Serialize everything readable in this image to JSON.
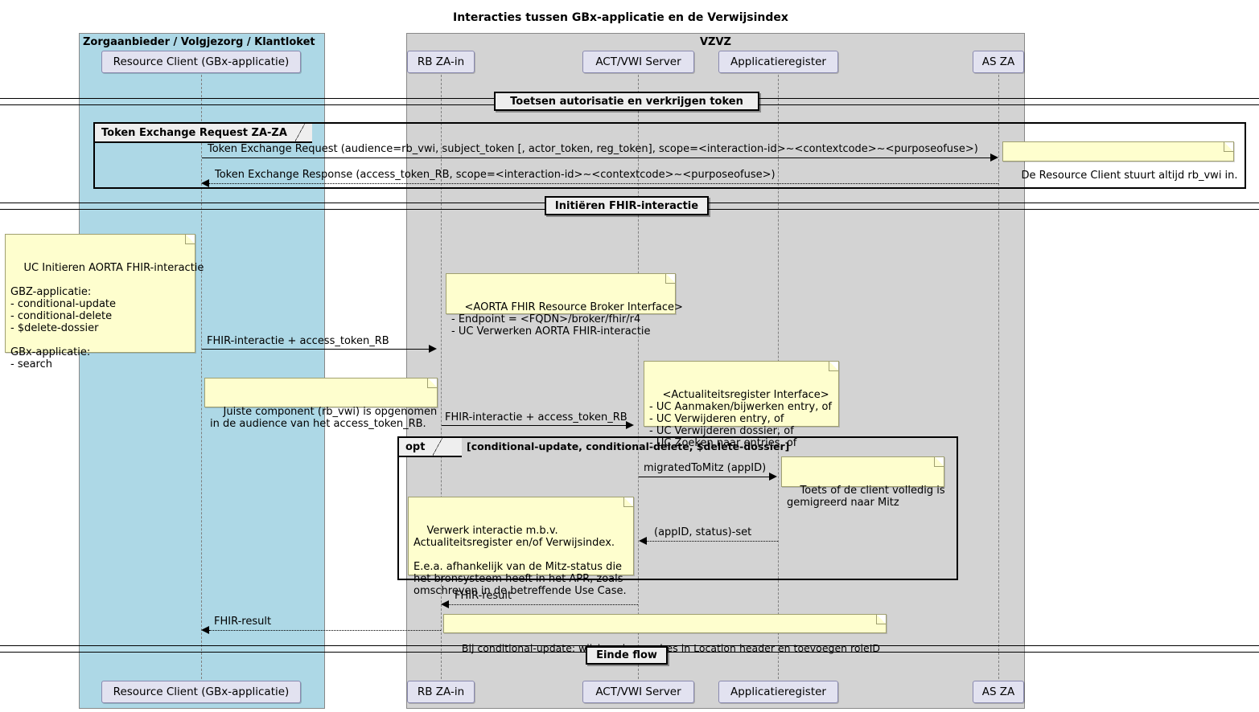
{
  "diagram": {
    "title": "Interacties tussen GBx-applicatie en de Verwijsindex",
    "type": "sequence-diagram"
  },
  "groups": [
    {
      "id": "zorgaanbieder",
      "label": "Zorgaanbieder / Volgjezorg / Klantloket",
      "color": "#ADD8E6"
    },
    {
      "id": "vzvz",
      "label": "VZVZ",
      "color": "#D3D3D3"
    }
  ],
  "participants": [
    {
      "id": "rc",
      "label": "Resource Client (GBx-applicatie)",
      "group": "zorgaanbieder"
    },
    {
      "id": "rb",
      "label": "RB ZA-in",
      "group": "vzvz"
    },
    {
      "id": "act",
      "label": "ACT/VWI Server",
      "group": "vzvz"
    },
    {
      "id": "apr",
      "label": "Applicatieregister",
      "group": "vzvz"
    },
    {
      "id": "as",
      "label": "AS ZA",
      "group": "vzvz"
    }
  ],
  "dividers": [
    {
      "id": "div1",
      "label": "Toetsen autorisatie en verkrijgen token"
    },
    {
      "id": "div2",
      "label": "Initiëren FHIR-interactie"
    },
    {
      "id": "div3",
      "label": "Einde flow"
    }
  ],
  "frames": [
    {
      "id": "group1",
      "kind": "group",
      "tab": "Token Exchange Request ZA-ZA",
      "condition": ""
    },
    {
      "id": "opt1",
      "kind": "opt",
      "tab": "opt",
      "condition": "[conditional-update, conditional-delete, $delete-dossier]"
    }
  ],
  "messages": [
    {
      "id": "m1",
      "label": "Token Exchange Request (audience=rb_vwi, subject_token [, actor_token, reg_token], scope=<interaction-id>~<contextcode>~<purposeofuse>)",
      "style": "solid",
      "direction": "right"
    },
    {
      "id": "m2",
      "label": "Token Exchange Response (access_token_RB, scope=<interaction-id>~<contextcode>~<purposeofuse>)",
      "style": "dotted",
      "direction": "left"
    },
    {
      "id": "m3",
      "label": "FHIR-interactie + access_token_RB",
      "style": "solid",
      "direction": "right"
    },
    {
      "id": "m4",
      "label": "FHIR-interactie + access_token_RB",
      "style": "solid",
      "direction": "right"
    },
    {
      "id": "m5",
      "label": "migratedToMitz (appID)",
      "style": "solid",
      "direction": "right"
    },
    {
      "id": "m6",
      "label": "(appID, status)-set",
      "style": "dotted",
      "direction": "left"
    },
    {
      "id": "m7",
      "label": "FHIR-result",
      "style": "dotted",
      "direction": "left"
    },
    {
      "id": "m8",
      "label": "FHIR-result",
      "style": "dotted",
      "direction": "left"
    }
  ],
  "notes": [
    {
      "id": "n1",
      "text": "De Resource Client stuurt altijd rb_vwi in."
    },
    {
      "id": "n2",
      "text": "UC Initieren AORTA FHIR-interactie\n\nGBZ-applicatie:\n- conditional-update\n- conditional-delete\n- $delete-dossier\n\nGBx-applicatie:\n- search"
    },
    {
      "id": "n3",
      "text": "<AORTA FHIR Resource Broker Interface>\n- Endpoint = <FQDN>/broker/fhir/r4\n- UC Verwerken AORTA FHIR-interactie"
    },
    {
      "id": "n4",
      "text": "<Actualiteitsregister Interface>\n- UC Aanmaken/bijwerken entry, of\n- UC Verwijderen entry, of\n- UC Verwijderen dossier, of\n- UC Zoeken naar entries, of"
    },
    {
      "id": "n5",
      "text": "Juiste component (rb_vwi) is opgenomen\nin de audience van het access_token_RB."
    },
    {
      "id": "n6",
      "text": "Toets of de client volledig is\ngemigreerd naar Mitz"
    },
    {
      "id": "n7",
      "text": "Verwerk interactie m.b.v.\nActualiteitsregister en/of Verwijsindex.\n\nE.e.a. afhankelijk van de Mitz-status die\nhet bronsysteem heeft in het APR, zoals\nomschreven in de betreffende Use Case."
    },
    {
      "id": "n8",
      "text": "Bij conditional-update: wijzigen base-adres in Location header en toevoegen roleID"
    }
  ],
  "colors": {
    "group_left": "#ADD8E6",
    "group_right": "#D3D3D3",
    "participant": "#E2E2F0",
    "note": "#FEFECE",
    "divider": "#EEEEEE",
    "line": "#000000"
  }
}
